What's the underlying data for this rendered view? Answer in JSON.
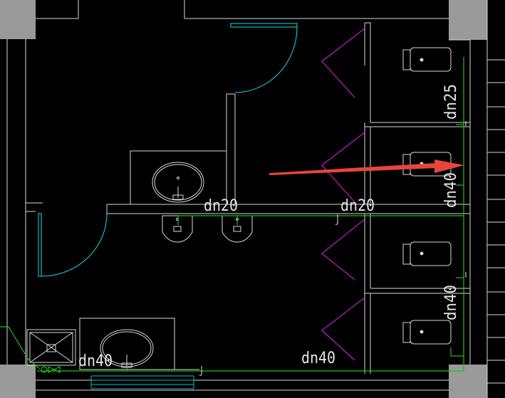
{
  "pipe_labels": {
    "dn20_left": "dn20",
    "dn20_right": "dn20",
    "dn25": "dn25",
    "dn40_upper_right": "dn40",
    "dn40_lower_right": "dn40",
    "dn40_bottom_left": "dn40",
    "dn40_bottom_center": "dn40"
  },
  "colors": {
    "background": "#000000",
    "walls": "#d9d9d9",
    "pipes": "#18c418",
    "doors": "#19b9c8",
    "stall_doors": "#c21ec8",
    "columns": "#9a9a9a",
    "arrow": "#e8453c"
  }
}
